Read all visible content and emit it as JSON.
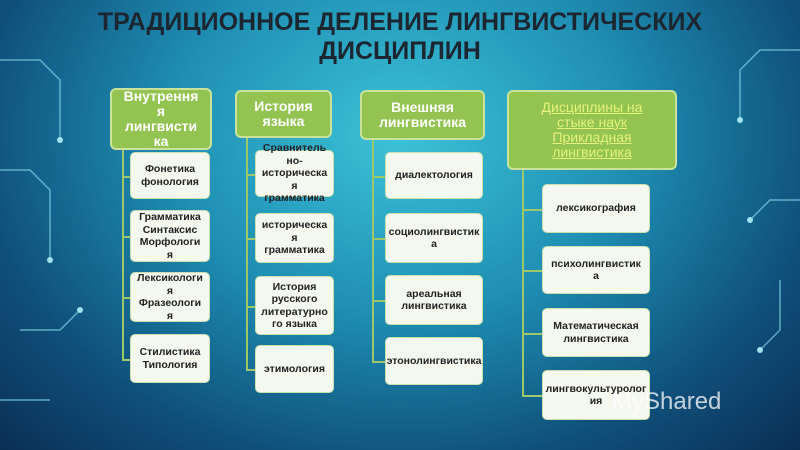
{
  "title": "ТРАДИЦИОННОЕ ДЕЛЕНИЕ ЛИНГВИСТИЧЕСКИХ ДИСЦИПЛИН",
  "columns": [
    {
      "header": [
        "Внутрення",
        "я",
        "лингвисти",
        "ка"
      ],
      "items": [
        [
          "Фонетика",
          "фонология"
        ],
        [
          "Грамматика",
          "Синтаксис",
          "Морфологи",
          "я"
        ],
        [
          "Лексикологи",
          "я",
          "Фразеологи",
          "я"
        ],
        [
          "Стилистика",
          "Типология"
        ]
      ]
    },
    {
      "header": [
        "История",
        "языка"
      ],
      "items": [
        [
          "Сравнитель",
          "но-",
          "историческа",
          "я",
          "грамматика"
        ],
        [
          "историческа",
          "я",
          "грамматика"
        ],
        [
          "История",
          "русского",
          "литературно",
          "го языка"
        ],
        [
          "этимология"
        ]
      ]
    },
    {
      "header": [
        "Внешняя",
        "лингвистика"
      ],
      "items": [
        [
          "диалектология"
        ],
        [
          "социолингвистик",
          "а"
        ],
        [
          "ареальная",
          "лингвистика"
        ],
        [
          "этонолингвистика"
        ]
      ]
    },
    {
      "header": [
        "Дисциплины на",
        "стыке наук",
        "Прикладная",
        "лингвистика"
      ],
      "items": [
        [
          "лексикография"
        ],
        [
          "психолингвистик",
          "а"
        ],
        [
          "Математическая",
          "лингвистика"
        ],
        [
          "лингвокультуролог",
          "ия"
        ]
      ]
    }
  ],
  "watermark": "MyShared",
  "colors": {
    "header_fill": "#93c452",
    "box_fill": "#f4f8ee",
    "title": "#1b2630",
    "link": "#e6f27a"
  }
}
